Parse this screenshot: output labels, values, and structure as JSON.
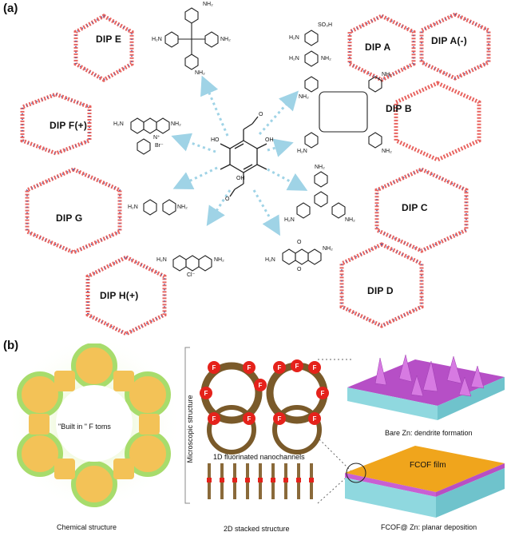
{
  "panel_a": {
    "label": "(a)",
    "dips": {
      "e": "DIP E",
      "a": "DIP A",
      "a_minus": "DIP A(-)",
      "f_plus": "DIP F(+)",
      "b": "DIP B",
      "g": "DIP G",
      "c": "DIP C",
      "h_plus": "DIP H(+)",
      "d": "DIP D"
    },
    "molecule_labels": {
      "nh2": "NH₂",
      "h2n": "H₂N",
      "oh": "OH",
      "ho": "HO",
      "o": "O",
      "so3h": "SO₃H",
      "br": "Br⁻",
      "cl": "Cl⁻",
      "nplus": "N⁺"
    }
  },
  "panel_b": {
    "label": "(b)",
    "built_in_text": "\"Built in \" F toms",
    "chemical_structure": "Chemical structure",
    "microscopic_structure": "Microscopic structure",
    "nanochannels": "1D fluorinated nanochannels",
    "stacked": "2D stacked structure",
    "fluorine": "F",
    "bare_zn": "Bare Zn: dendrite formation",
    "fcof_film": "FCOF film",
    "fcof_zn": "FCOF@ Zn: planar deposition"
  },
  "colors": {
    "framework_red": "#e8635f",
    "framework_blue": "#4b5fb0",
    "arrow": "#9fd3e6",
    "glow": "#9fdc5a",
    "node": "#f3c257",
    "f_ball": "#e5221b",
    "substrate": "#9fe4ea",
    "dendrite": "#c760d6",
    "film": "#f0a51c"
  }
}
